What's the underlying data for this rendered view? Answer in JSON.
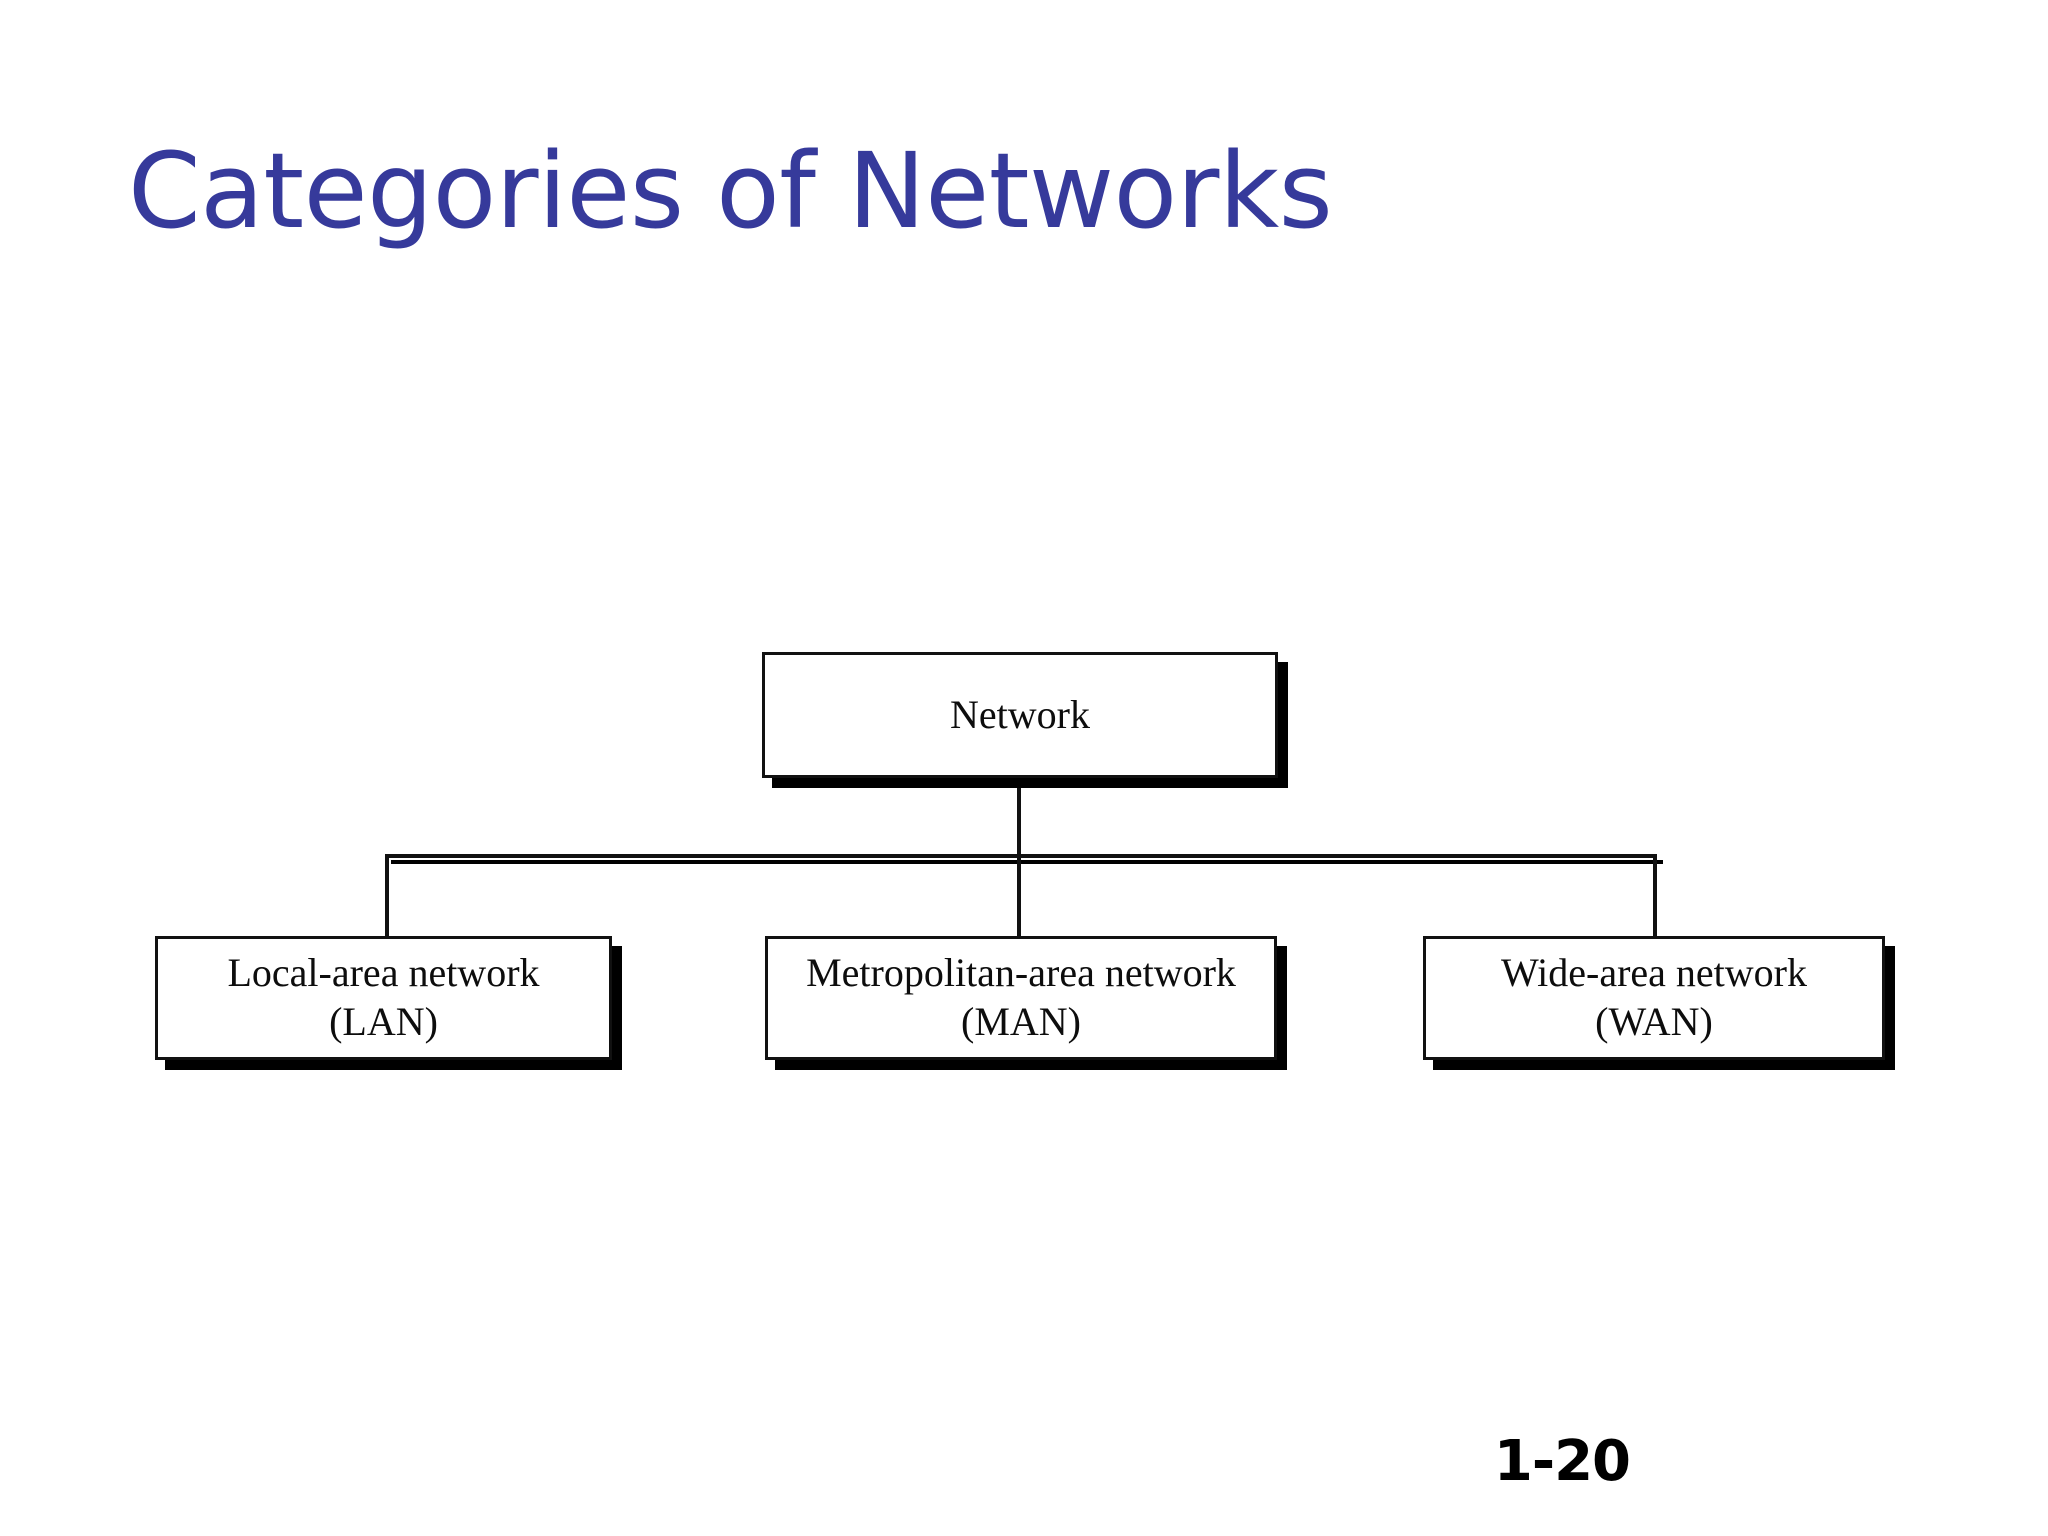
{
  "slide": {
    "title": "Categories of Networks",
    "title_color": "#363a9b",
    "background_color": "#ffffff",
    "page_number": "1-20"
  },
  "diagram": {
    "type": "hierarchy-tree",
    "orientation": "top-down",
    "line_color": "#111111",
    "box_fill": "#ffffff",
    "box_border_color": "#111111",
    "shadow_color": "#000000",
    "root": {
      "id": "network",
      "label": "Network"
    },
    "children": [
      {
        "id": "lan",
        "label_line1": "Local-area network",
        "label_line2": "(LAN)",
        "abbreviation": "LAN",
        "full_name": "Local-area network"
      },
      {
        "id": "man",
        "label_line1": "Metropolitan-area network",
        "label_line2": "(MAN)",
        "abbreviation": "MAN",
        "full_name": "Metropolitan-area network"
      },
      {
        "id": "wan",
        "label_line1": "Wide-area network",
        "label_line2": "(WAN)",
        "abbreviation": "WAN",
        "full_name": "Wide-area network"
      }
    ]
  }
}
